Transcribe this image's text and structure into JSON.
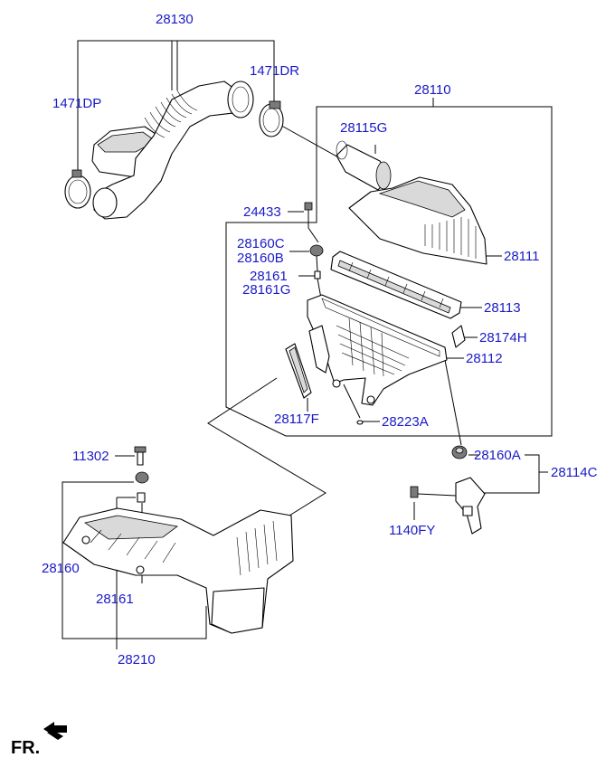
{
  "labels": {
    "p28130": "28130",
    "p1471DP": "1471DP",
    "p1471DR": "1471DR",
    "p28110": "28110",
    "p28115G": "28115G",
    "p24433": "24433",
    "p28111": "28111",
    "p28160C": "28160C",
    "p28160B": "28160B",
    "p28161_top": "28161",
    "p28161G": "28161G",
    "p28113": "28113",
    "p28174H": "28174H",
    "p28112": "28112",
    "p28117F": "28117F",
    "p28223A": "28223A",
    "p11302": "11302",
    "p28160A": "28160A",
    "p28114C": "28114C",
    "p1140FY": "1140FY",
    "p28160": "28160",
    "p28161_bottom": "28161",
    "p28210": "28210"
  },
  "front_indicator": {
    "text": "FR.",
    "icon": "front-arrow-icon"
  },
  "colors": {
    "label": "#1a1ac8",
    "line": "#000000"
  }
}
